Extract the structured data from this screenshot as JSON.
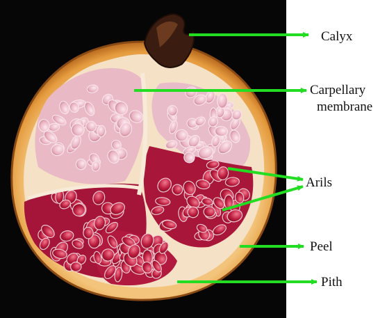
{
  "labels": {
    "calyx": "Calyx",
    "carpellary_line1": "Carpellary",
    "carpellary_line2": "membrane",
    "arils": "Arils",
    "peel": "Peel",
    "pith": "Pith"
  },
  "colors": {
    "arrow": "#22dd22",
    "background": "#000000",
    "peel": "#e7a24a",
    "aril": "#b3193a",
    "pith": "#f2dcc0"
  }
}
